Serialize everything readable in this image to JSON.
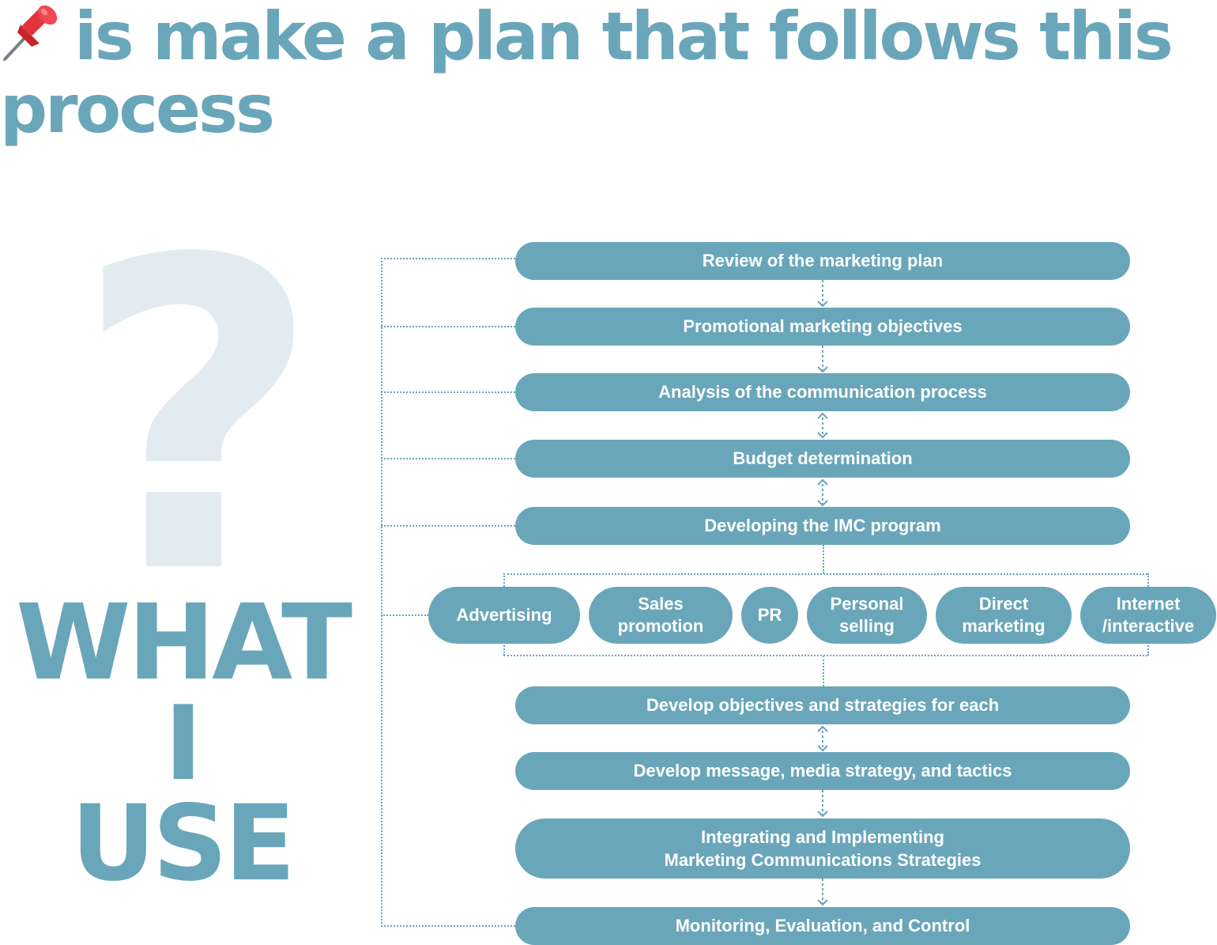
{
  "headline": {
    "icon": "pushpin-icon",
    "text": "is make a plan that follows this process"
  },
  "side": {
    "question_mark": "?",
    "word_1": "WHAT",
    "word_2": "I",
    "word_3": "USE"
  },
  "colors": {
    "accent": "#6aa6ba",
    "muted": "#e2ecf0",
    "text_on_accent": "#ffffff"
  },
  "steps": [
    "Review of the marketing plan",
    "Promotional marketing objectives",
    "Analysis of the communication process",
    "Budget determination",
    "Developing the IMC program",
    "Develop objectives and strategies for each",
    "Develop message, media strategy, and tactics",
    "Integrating and Implementing\nMarketing Communications Strategies",
    "Monitoring, Evaluation, and Control"
  ],
  "channels": [
    "Advertising",
    "Sales\npromotion",
    "PR",
    "Personal\nselling",
    "Direct\nmarketing",
    "Internet\n/interactive"
  ]
}
